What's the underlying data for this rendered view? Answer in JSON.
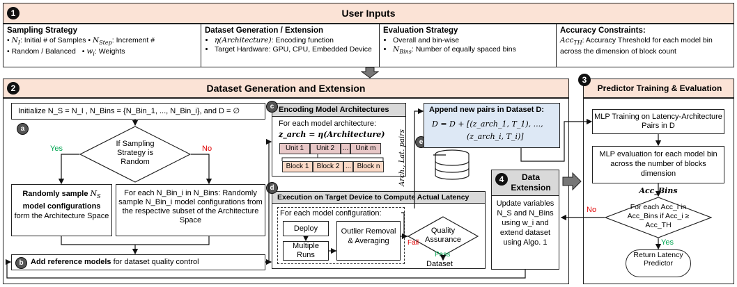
{
  "colors": {
    "peach": "#fbe3d6",
    "grey_header": "#d9d9d9",
    "unit_pink": "#e8c8c8",
    "block_orange": "#fbd9c6",
    "yes": "#00a651",
    "no": "#e00000",
    "eq_blue": "#dde8f5"
  },
  "badges": {
    "one": "1",
    "two": "2",
    "three": "3",
    "four": "4",
    "a": "a",
    "b": "b",
    "c": "c",
    "d": "d",
    "e": "e"
  },
  "top": {
    "title": "User Inputs",
    "sampling": {
      "title": "Sampling Strategy",
      "i1a": "N",
      "i1b": "I",
      "i1c": ": Initial # of Samples •",
      "i1d": "N",
      "i1e": "Step",
      "i1f": ": Increment #",
      "i2": "Random / Balanced",
      "i3a": "• ",
      "i3b": "w",
      "i3c": "i",
      "i3d": ": Weights"
    },
    "dataset": {
      "title": "Dataset Generation / Extension",
      "i1a": "η(Architecture)",
      "i1b": ": Encoding function",
      "i2": "Target Hardware: GPU, CPU, Embedded Device"
    },
    "eval": {
      "title": "Evaluation Strategy",
      "i1": "Overall and bin-wise",
      "i2a": "N",
      "i2b": "Bins",
      "i2c": ": Number of equally spaced bins"
    },
    "acc": {
      "title": "Accuracy Constraints:",
      "t1a": "Acc",
      "t1b": "TH",
      "t1c": ": Accuracy Threshold for each model bin across the dimension of block count"
    }
  },
  "s2": {
    "title": "Dataset Generation and Extension",
    "init": "Initialize N_S = N_I , N_Bins = {N_Bin_1, ..., N_Bin_i}, and D = ∅",
    "decision": "If Sampling Strategy is Random",
    "yes": "Yes",
    "no": "No",
    "random_a": "Randomly sample",
    "random_b": "N",
    "random_c": "S",
    "random_d": "model configurations",
    "random_e": "form the Architecture Space",
    "balanced": "For each N_Bin_i in N_Bins: Randomly sample N_Bin_i model configurations from the respective subset of the Architecture Space",
    "ref_a": "Add reference models",
    "ref_b": "for dataset quality control",
    "enc_title": "Encoding Model Architectures",
    "enc_line1": "For each model architecture:",
    "enc_formula": "z_arch = η(Architecture)",
    "units": [
      "Unit 1",
      "Unit 2",
      "...",
      "Unit m"
    ],
    "blocks": [
      "Block 1",
      "Block 2",
      "...",
      "Block n"
    ],
    "exec_title": "Execution on Target Device to Compute Actual Latency",
    "exec_for": "For each model configuration:",
    "deploy": "Deploy",
    "runs": "Multiple Runs",
    "outlier": "Outlier Removal & Averaging",
    "qa": "Quality Assurance",
    "fail": "Fail",
    "pass": "Pass",
    "dataset": "Dataset",
    "pairs_label": "Arch., Lat. pairs",
    "append_title": "Append new pairs in Dataset D:",
    "append_eq1": "D = D + [(z_arch_1, T_1), ...,",
    "append_eq2": "(z_arch_i, T_i)]",
    "ext_title": "Data Extension",
    "ext_body": "Update variables N_S and N_Bins using w_i and extend dataset using Algo. 1"
  },
  "s3": {
    "title": "Predictor Training & Evaluation",
    "mlp_train": "MLP Training on Latency-Architecture Pairs in D",
    "mlp_eval": "MLP evaluation for each model bin across the number of blocks dimension",
    "acc_bins": "Acc_Bins",
    "cond": "For each Acc_i in Acc_Bins if Acc_i ≥ Acc_TH",
    "no": "No",
    "yes": "Yes",
    "ret": "Return Latency Predictor"
  }
}
